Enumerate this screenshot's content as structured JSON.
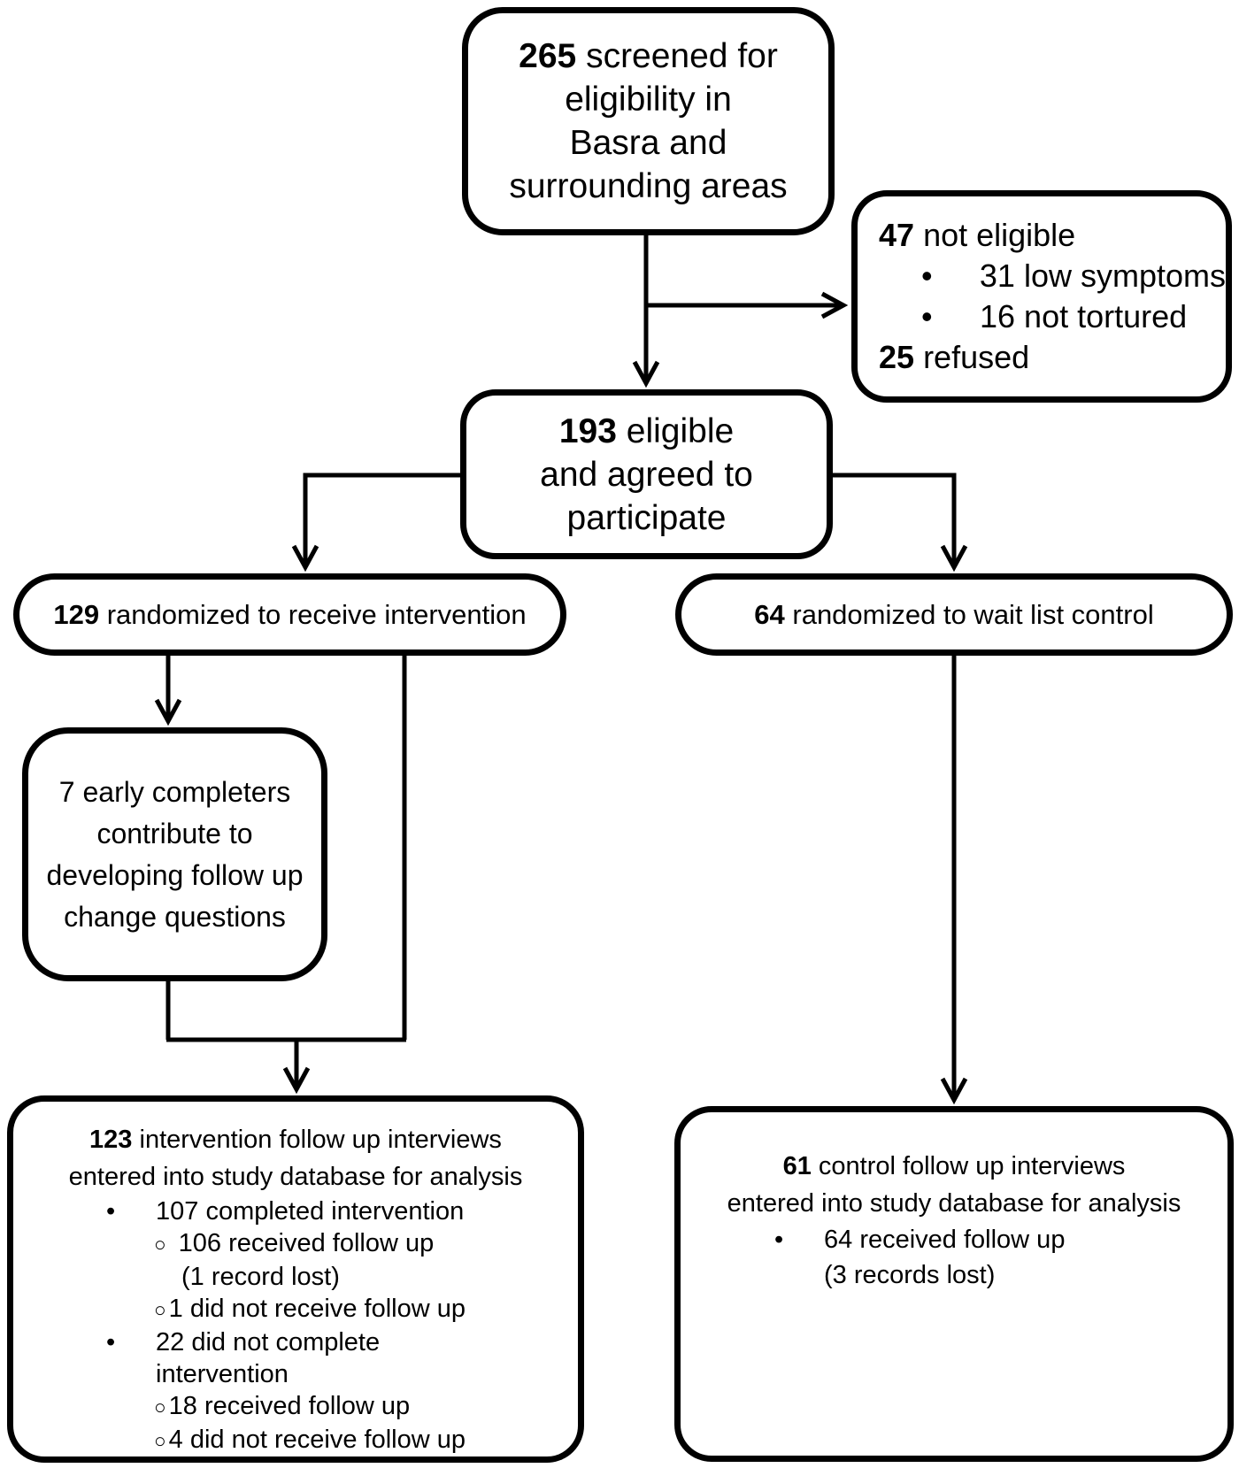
{
  "colors": {
    "ink": "#000000",
    "background": "#ffffff"
  },
  "screened": {
    "bold": "265",
    "rest": "screened for",
    "lines": [
      "eligibility in",
      "Basra and",
      "surrounding areas"
    ]
  },
  "not_eligible": {
    "line1_bold": "47",
    "line1_rest": "not eligible",
    "items": [
      {
        "bullet": "•",
        "text": "31 low symptoms"
      },
      {
        "bullet": "•",
        "text": "16 not tortured"
      }
    ],
    "line4_bold": "25",
    "line4_rest": "refused"
  },
  "eligible": {
    "bold": "193",
    "rest": "eligible",
    "lines": [
      "and agreed to",
      "participate"
    ]
  },
  "intervention_randomized": {
    "bold": "129",
    "rest": "randomized to receive intervention"
  },
  "control_randomized": {
    "bold": "64",
    "rest": "randomized to wait list control"
  },
  "early_completers": {
    "lines": [
      "7 early completers",
      "contribute to",
      "developing follow up",
      "change questions"
    ]
  },
  "intervention_analysis": {
    "title_bold": "123",
    "title_rest": "intervention follow up interviews",
    "title_line2": "entered into study database for analysis",
    "items": [
      {
        "bullet": "•",
        "text": "107 completed intervention"
      },
      {
        "bullet": "○",
        "text": "106 received follow up"
      },
      {
        "bullet": "",
        "text": "(1 record lost)"
      },
      {
        "bullet": "○",
        "text": "1 did not receive follow up"
      },
      {
        "bullet": "•",
        "text": "22 did not complete"
      },
      {
        "bullet": "",
        "text": "intervention"
      },
      {
        "bullet": "○",
        "text": "18 received follow up"
      },
      {
        "bullet": "○",
        "text": "4 did not receive follow up"
      }
    ]
  },
  "control_analysis": {
    "title_bold": "61",
    "title_rest": "control follow up interviews",
    "title_line2": "entered into study database for analysis",
    "items": [
      {
        "bullet": "•",
        "text": "64 received follow up"
      },
      {
        "bullet": "",
        "text": "(3 records lost)"
      }
    ]
  }
}
